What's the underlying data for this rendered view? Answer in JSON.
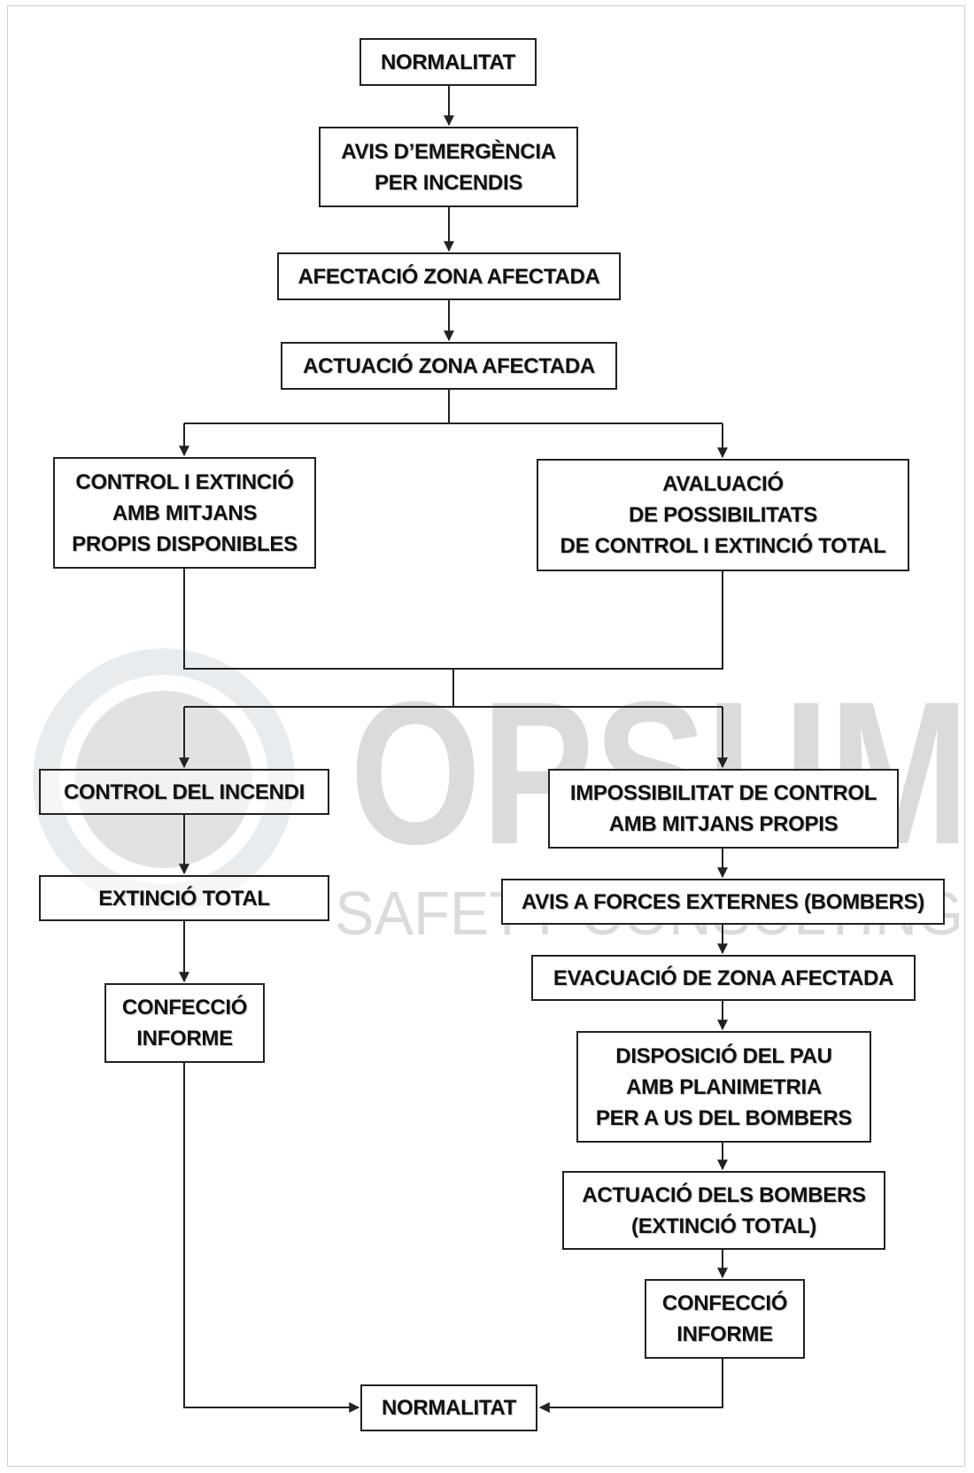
{
  "watermark": {
    "brand": "OPSUM",
    "tagline": "SAFETY CONSULTING",
    "icon": "globe-logo-icon"
  },
  "colors": {
    "line": "#222222",
    "box_border": "#222222",
    "text": "#111111",
    "watermark": "#c8c8c8"
  },
  "flowchart": {
    "start": "NORMALITAT",
    "emergency_notice": "AVIS D’EMERGÈNCIA\nPER INCENDIS",
    "zone_affectation": "AFECTACIÓ ZONA AFECTADA",
    "zone_action": "ACTUACIÓ ZONA AFECTADA",
    "control_own_means": "CONTROL I EXTINCIÓ\nAMB MITJANS\nPROPIS DISPONIBLES",
    "evaluation": "AVALUACIÓ\nDE POSSIBILITATS\nDE CONTROL I EXTINCIÓ TOTAL",
    "left_branch": {
      "fire_control": "CONTROL DEL INCENDI",
      "total_extinction": "EXTINCIÓ TOTAL",
      "report": "CONFECCIÓ\nINFORME"
    },
    "right_branch": {
      "impossibility": "IMPOSSIBILITAT DE CONTROL\nAMB MITJANS PROPIS",
      "external_forces": "AVIS A FORCES EXTERNES (BOMBERS)",
      "evacuation": "EVACUACIÓ DE ZONA AFECTADA",
      "pau_provision": "DISPOSICIÓ DEL PAU\nAMB PLANIMETRIA\nPER A US DEL BOMBERS",
      "firefighters_action": "ACTUACIÓ DELS BOMBERS\n(EXTINCIÓ TOTAL)",
      "report": "CONFECCIÓ\nINFORME"
    },
    "end": "NORMALITAT"
  }
}
